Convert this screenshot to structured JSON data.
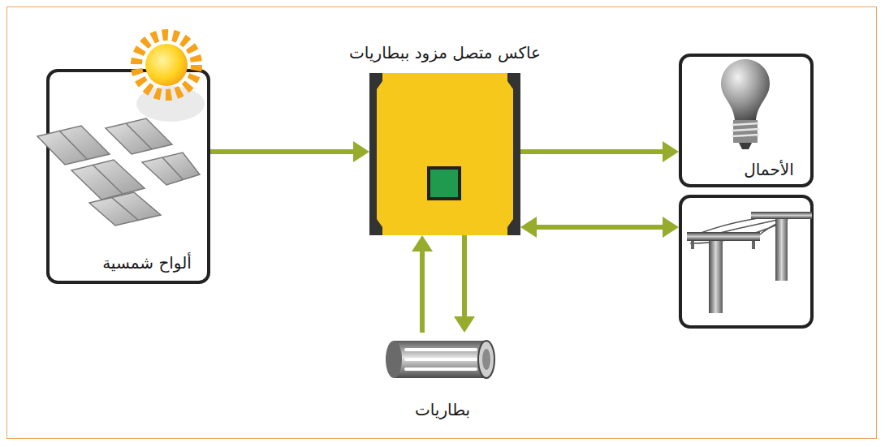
{
  "diagram": {
    "nodes": [
      {
        "text": [
          "ألواح شمسية"
        ]
      },
      {
        "text": [
          "عاكس متصل مزود ببطاريات"
        ]
      },
      {
        "text": [
          "الأحمال"
        ]
      },
      {
        "text": []
      },
      {
        "text": [
          "بطاريات"
        ]
      }
    ],
    "edges": [
      {
        "from": 0,
        "to": 1,
        "arrow": "to"
      },
      {
        "from": 1,
        "to": 2,
        "arrow": "to"
      },
      {
        "from": 1,
        "to": 3,
        "arrow": "both"
      },
      {
        "from": 4,
        "to": 1,
        "arrow": "to"
      },
      {
        "from": 1,
        "to": 4,
        "arrow": "to"
      }
    ]
  }
}
